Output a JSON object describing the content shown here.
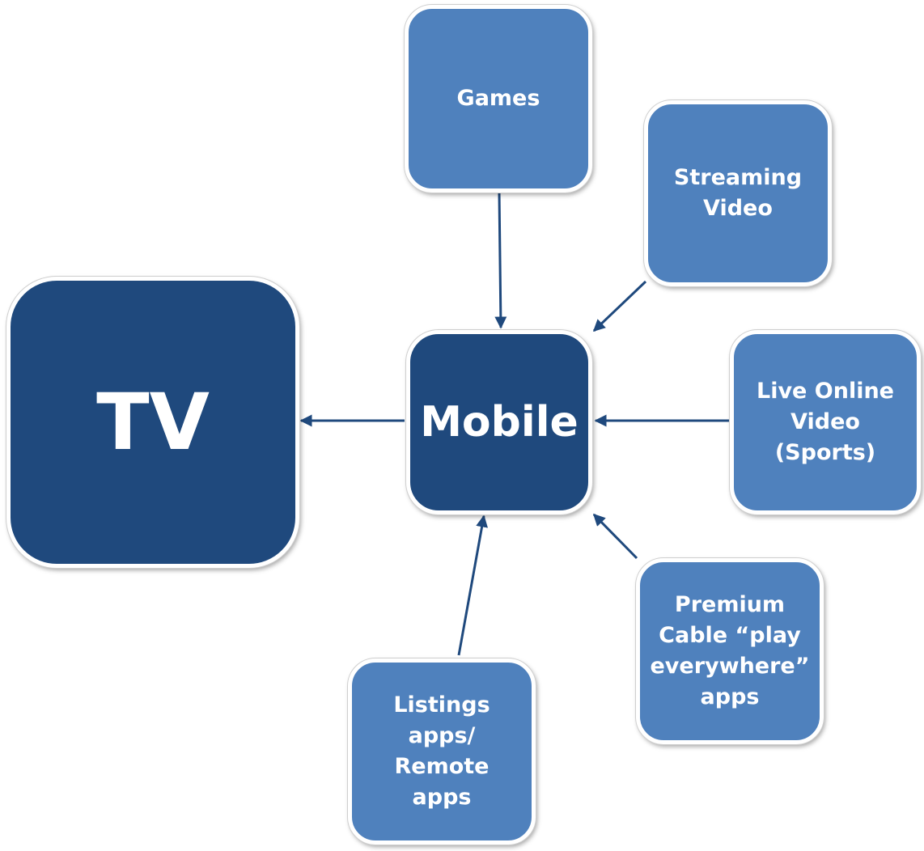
{
  "nodes": {
    "tv": "TV",
    "mobile": "Mobile",
    "games": "Games",
    "streaming": "Streaming\nVideo",
    "live": "Live Online\nVideo\n(Sports)",
    "premium": "Premium\nCable “play\neverywhere”\napps",
    "listings": "Listings\napps/\nRemote\napps"
  },
  "colors": {
    "dark_box": "#1f497d",
    "light_box": "#4f81bd",
    "arrow": "#1f497d",
    "text": "#ffffff"
  }
}
